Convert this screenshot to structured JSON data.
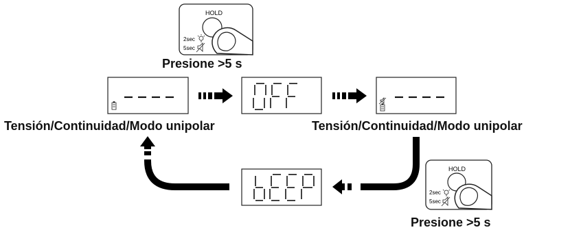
{
  "press_captions": {
    "top": "Presione >5 s",
    "bottom": "Presione >5 s"
  },
  "mode_captions": {
    "left": "Tensión/Continuidad/Modo unipolar",
    "right": "Tensión/Continuidad/Modo unipolar"
  },
  "button_panel": {
    "label": "HOLD",
    "option_2sec": "2sec",
    "option_5sec": "5sec",
    "icon_2sec": "bulb-icon",
    "icon_5sec": "speaker-mute-icon"
  },
  "displays": {
    "initial": "----",
    "off": "OFF",
    "muted": "----",
    "beep": "bEEP"
  },
  "icons": {
    "battery": "battery-icon",
    "mute": "speaker-mute-icon",
    "arrow": "dashed-arrow-icon"
  },
  "colors": {
    "stroke": "#222222",
    "arrow": "#000000",
    "background": "#ffffff"
  }
}
